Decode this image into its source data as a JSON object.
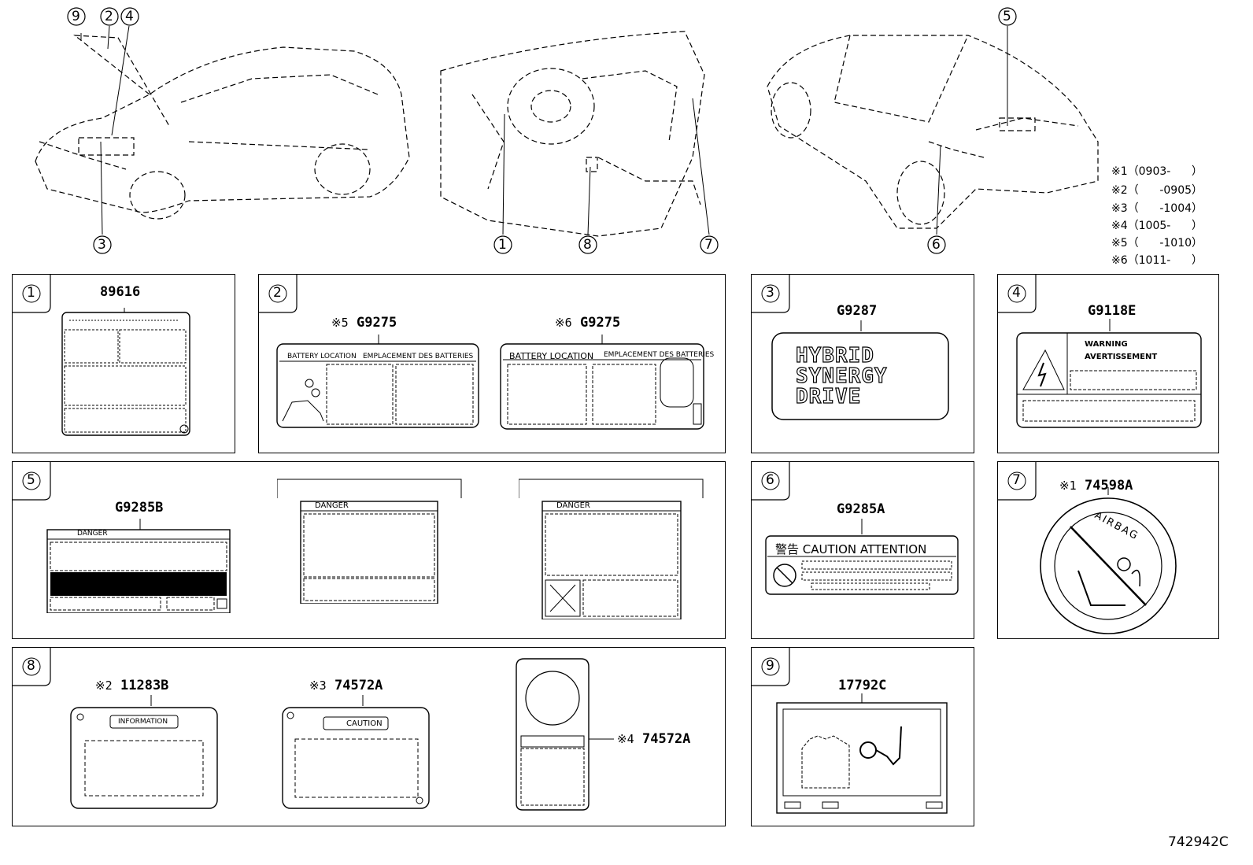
{
  "callouts": [
    "1",
    "2",
    "3",
    "4",
    "5",
    "6",
    "7",
    "8",
    "9"
  ],
  "notes": [
    "※1（0903-      ）",
    "※2（      -0905）",
    "※3（      -1004）",
    "※4（1005-      ）",
    "※5（      -1010）",
    "※6（1011-      ）"
  ],
  "panels": {
    "p1": {
      "num": "1",
      "part": "89616"
    },
    "p2": {
      "num": "2",
      "a_mark": "※5",
      "a_part": "G9275",
      "b_mark": "※6",
      "b_part": "G9275",
      "a_head_left": "BATTERY LOCATION",
      "a_head_right": "EMPLACEMENT DES BATTERIES",
      "b_head_left": "BATTERY LOCATION",
      "b_head_right": "EMPLACEMENT DES BATTERIES"
    },
    "p3": {
      "num": "3",
      "part": "G9287",
      "line1": "HYBRID",
      "line2": "SYNERGY",
      "line3": "DRIVE"
    },
    "p4": {
      "num": "4",
      "part": "G9118E",
      "warn1": "WARNING",
      "warn2": "AVERTISSEMENT"
    },
    "p5": {
      "num": "5",
      "part": "G9285B",
      "danger": "DANGER"
    },
    "p6": {
      "num": "6",
      "part": "G9285A",
      "caution": "警告 CAUTION ATTENTION"
    },
    "p7": {
      "num": "7",
      "mark": "※1",
      "part": "74598A",
      "airbag": "AIRBAG"
    },
    "p8": {
      "num": "8",
      "a_mark": "※2",
      "a_part": "11283B",
      "a_label": "INFORMATION",
      "b_mark": "※3",
      "b_part": "74572A",
      "b_label": "CAUTION",
      "c_mark": "※4",
      "c_part": "74572A"
    },
    "p9": {
      "num": "9",
      "part": "17792C"
    }
  },
  "diagram_id": "742942C"
}
